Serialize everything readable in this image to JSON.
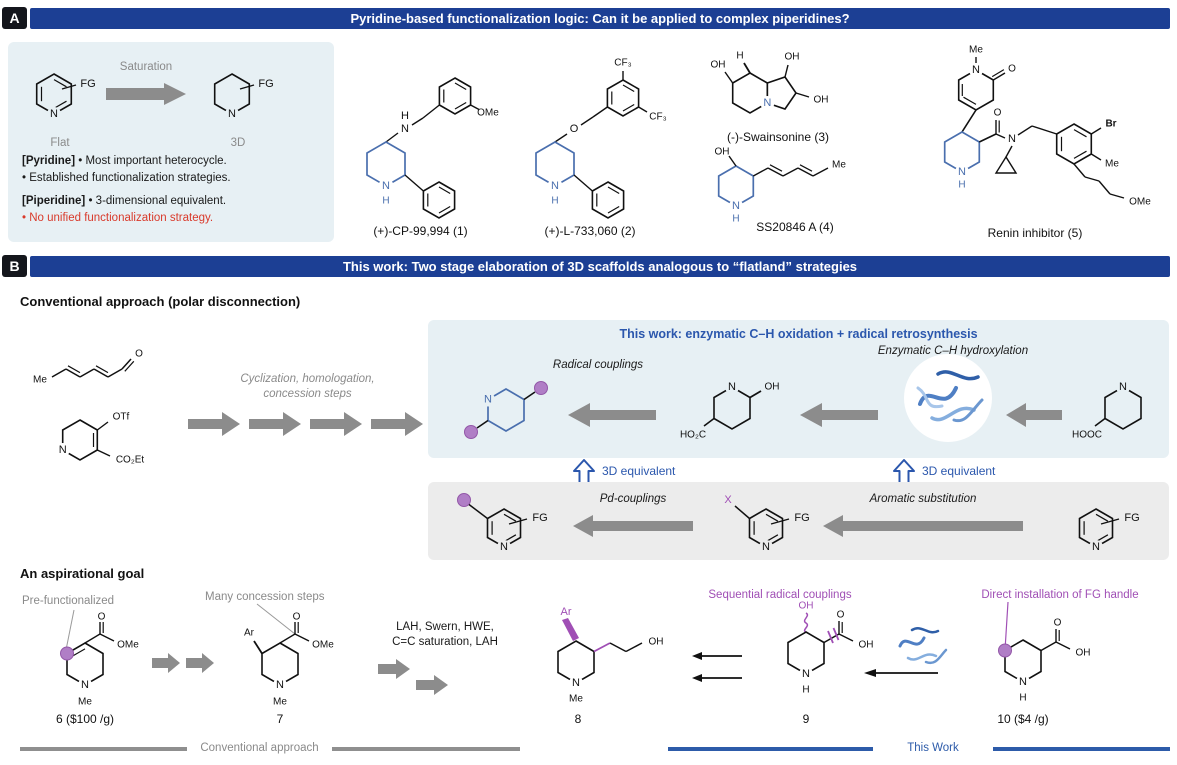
{
  "colors": {
    "header_blue": "#1c3f94",
    "panel_bg_blue": "#e7f0f4",
    "panel_bg_gray": "#ececec",
    "structure_blue": "#4a6fae",
    "accent_purple": "#a04fb5",
    "warning_red": "#d93a2b",
    "arrow_gray": "#8c8c8c",
    "bar_blue": "#2d5ba9"
  },
  "atoms": {
    "N": "N",
    "H": "H",
    "O": "O",
    "OH": "OH",
    "OMe": "OMe",
    "Me": "Me",
    "CF3": "CF₃",
    "Br": "Br",
    "FG": "FG",
    "X": "X",
    "HO2C": "HO₂C",
    "HOOC": "HOOC",
    "OTf": "OTf",
    "CO2Et": "CO₂Et",
    "Ar": "Ar"
  },
  "panelA": {
    "label": "A",
    "title": "Pyridine-based functionalization logic: Can it be applied to complex piperidines?",
    "infobox": {
      "saturation": "Saturation",
      "flat": "Flat",
      "threeD": "3D",
      "line1_head": "[Pyridine]",
      "line1_rest": " • Most important heterocycle.",
      "line2": "• Established functionalization strategies.",
      "line3_head": "[Piperidine]",
      "line3_rest": " • 3-dimensional equivalent.",
      "line4": "• No unified functionalization strategy."
    },
    "captions": {
      "c1": "(+)-CP-99,994 (1)",
      "c2": "(+)-L-733,060 (2)",
      "c3": "(-)-Swainsonine (3)",
      "c4": "SS20846 A (4)",
      "c5": "Renin inhibitor (5)"
    }
  },
  "panelB": {
    "label": "B",
    "title": "This work: Two stage elaboration of 3D scaffolds analogous to “flatland” strategies",
    "conventional_heading": "Conventional approach (polar disconnection)",
    "cyclization_line1": "Cyclization, homologation,",
    "cyclization_line2": "concession steps",
    "box_title": "This work: enzymatic C–H oxidation + radical retrosynthesis",
    "radical_couplings": "Radical couplings",
    "enzymatic_label": "Enzymatic C–H hydroxylation",
    "equivalent1": "3D equivalent",
    "equivalent2": "3D equivalent",
    "pd_couplings": "Pd-couplings",
    "aromatic_substitution": "Aromatic substitution",
    "aspirational_heading": "An aspirational goal",
    "prefunctionalized": "Pre-functionalized",
    "many_concession": "Many concession steps",
    "lah_line1": "LAH, Swern, HWE,",
    "lah_line2": "C=C saturation, LAH",
    "sequential": "Sequential radical couplings",
    "direct_install": "Direct installation of FG handle",
    "cap6": "6 ($100 /g)",
    "cap7": "7",
    "cap8": "8",
    "cap9": "9",
    "cap10": "10 ($4 /g)",
    "bar_conventional": "Conventional approach",
    "bar_thiswork": "This Work"
  }
}
